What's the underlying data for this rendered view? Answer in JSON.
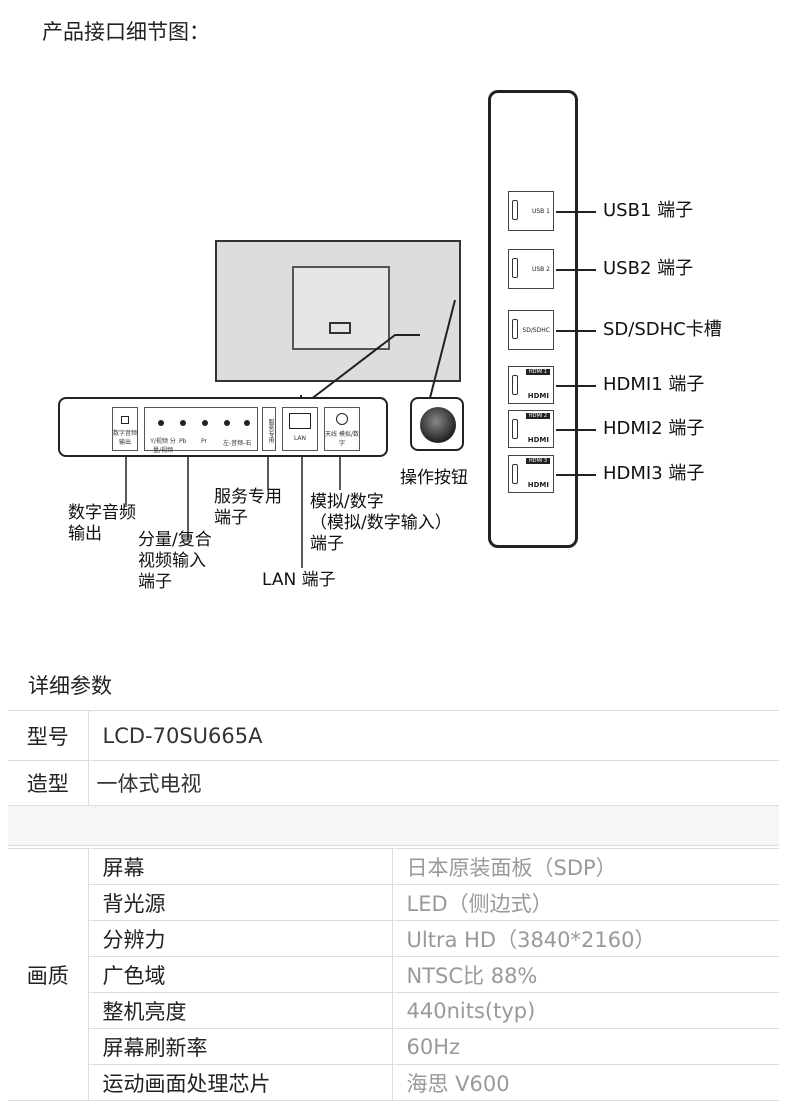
{
  "title": "产品接口细节图：",
  "side_ports": [
    {
      "tag": "USB 1",
      "label": "USB1 端子"
    },
    {
      "tag": "USB 2",
      "label": "USB2 端子"
    },
    {
      "tag": "SD/SDHC",
      "label": "SD/SDHC卡槽"
    },
    {
      "tag": "HDMI 1",
      "label": "HDMI1 端子"
    },
    {
      "tag": "HDMI 2",
      "label": "HDMI2 端子"
    },
    {
      "tag": "HDMI 3",
      "label": "HDMI3 端子"
    }
  ],
  "hdmi_logo": "HDMI",
  "panel": {
    "optical": "数字音频输出",
    "component": "Y/视频 分量/视频",
    "pb": "Pb",
    "pr": "Pr",
    "audio": "左-音频-右",
    "service": "服务专用",
    "lan": "LAN",
    "antenna": "天线 模拟/数字"
  },
  "labels": {
    "optical": [
      "数字音频",
      "输出"
    ],
    "component": [
      "分量/复合",
      "视频输入",
      "端子"
    ],
    "service": [
      "服务专用",
      "端子"
    ],
    "antenna": [
      "模拟/数字",
      "（模拟/数字输入）",
      "端子"
    ],
    "lan": "LAN 端子",
    "button": "操作按钮"
  },
  "section_title": "详细参数",
  "specs": {
    "model_k": "型号",
    "model_v": "LCD-70SU665A",
    "shape_k": "造型",
    "shape_v": "一体式电视",
    "quality_k": "画质",
    "quality": [
      {
        "k": "屏幕",
        "v": "日本原装面板（SDP）"
      },
      {
        "k": "背光源",
        "v": "LED（侧边式）"
      },
      {
        "k": "分辨力",
        "v": "Ultra HD（3840*2160）"
      },
      {
        "k": "广色域",
        "v": "NTSC比 88%"
      },
      {
        "k": "整机亮度",
        "v": "440nits(typ)"
      },
      {
        "k": "屏幕刷新率",
        "v": "60Hz"
      },
      {
        "k": "运动画面处理芯片",
        "v": "海思 V600"
      }
    ]
  }
}
